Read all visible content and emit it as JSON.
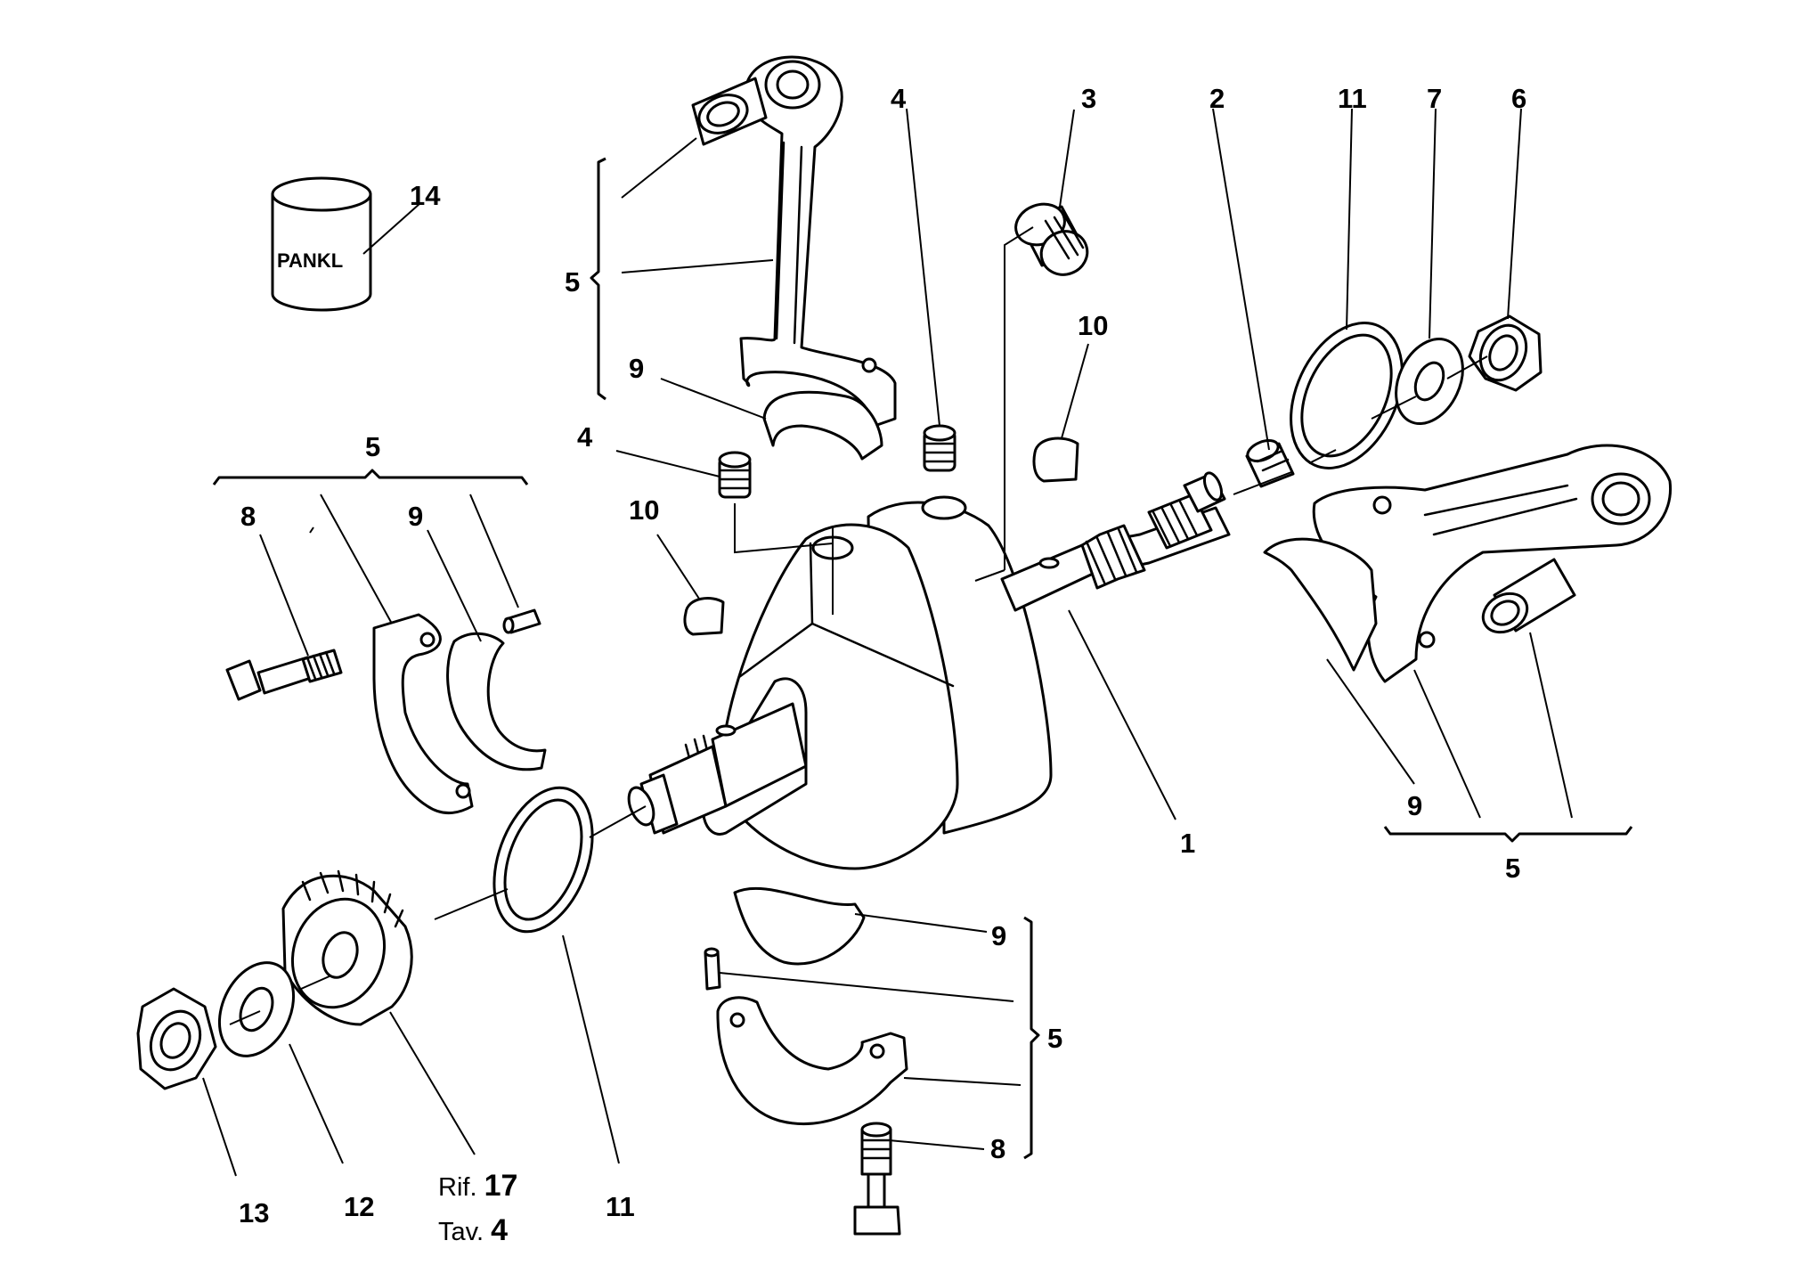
{
  "callouts": [
    {
      "id": "c1",
      "text": "1"
    },
    {
      "id": "c2",
      "text": "2"
    },
    {
      "id": "c3",
      "text": "3"
    },
    {
      "id": "c4a",
      "text": "4"
    },
    {
      "id": "c4b",
      "text": "4"
    },
    {
      "id": "c5a",
      "text": "5"
    },
    {
      "id": "c5b",
      "text": "5"
    },
    {
      "id": "c5c",
      "text": "5"
    },
    {
      "id": "c5d",
      "text": "5"
    },
    {
      "id": "c6",
      "text": "6"
    },
    {
      "id": "c7",
      "text": "7"
    },
    {
      "id": "c8a",
      "text": "8"
    },
    {
      "id": "c8b",
      "text": "8"
    },
    {
      "id": "c9a",
      "text": "9"
    },
    {
      "id": "c9b",
      "text": "9"
    },
    {
      "id": "c9c",
      "text": "9"
    },
    {
      "id": "c9d",
      "text": "9"
    },
    {
      "id": "c10a",
      "text": "10"
    },
    {
      "id": "c10b",
      "text": "10"
    },
    {
      "id": "c11a",
      "text": "11"
    },
    {
      "id": "c11b",
      "text": "11"
    },
    {
      "id": "c12",
      "text": "12"
    },
    {
      "id": "c13",
      "text": "13"
    },
    {
      "id": "c14",
      "text": "14"
    }
  ],
  "reference": {
    "rif_label": "Rif.",
    "rif_value": "17",
    "tav_label": "Tav.",
    "tav_value": "4"
  },
  "can_label": "PANKL",
  "colors": {
    "ink": "#000000",
    "paper": "#ffffff"
  }
}
